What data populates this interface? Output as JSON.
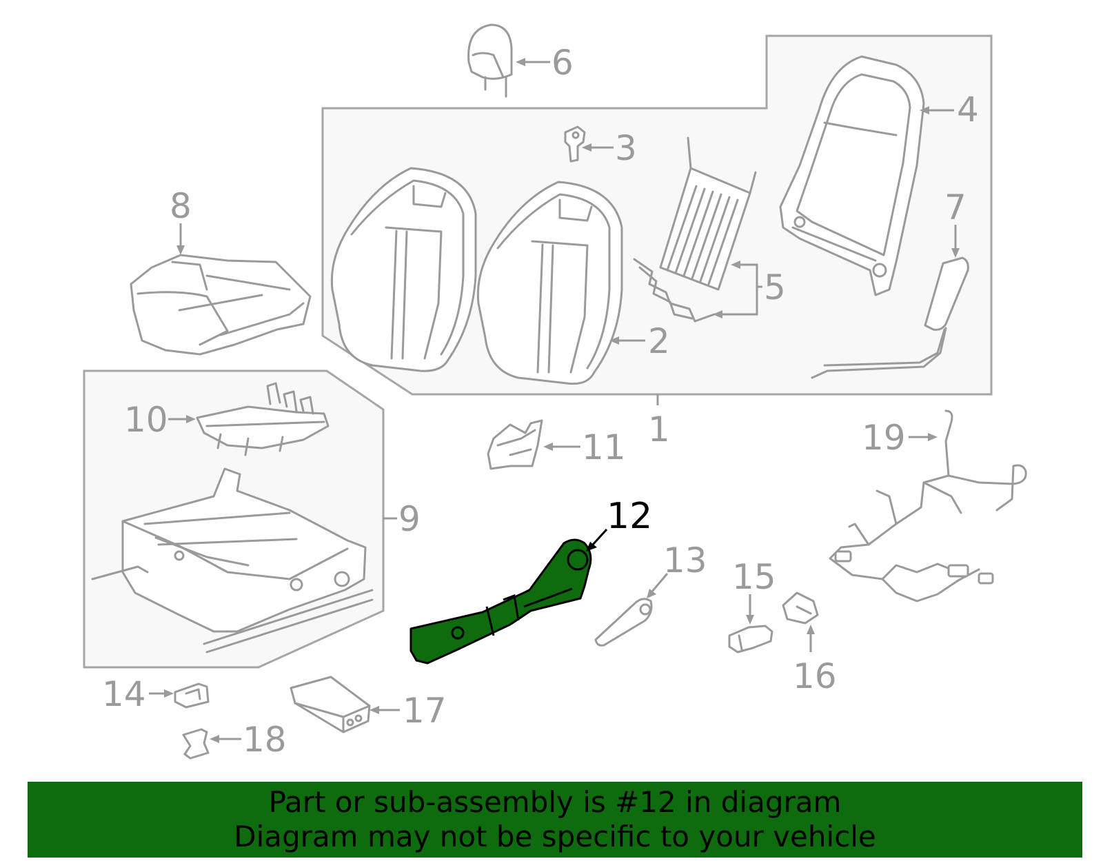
{
  "highlight_color": "#0e6b0e",
  "callouts": {
    "c1": "1",
    "c2": "2",
    "c3": "3",
    "c4": "4",
    "c5": "5",
    "c6": "6",
    "c7": "7",
    "c8": "8",
    "c9": "9",
    "c10": "10",
    "c11": "11",
    "c12": "12",
    "c13": "13",
    "c14": "14",
    "c15": "15",
    "c16": "16",
    "c17": "17",
    "c18": "18",
    "c19": "19"
  },
  "banner": {
    "line1": "Part or sub-assembly is #12 in diagram",
    "line2": "Diagram may not be specific to your vehicle"
  }
}
